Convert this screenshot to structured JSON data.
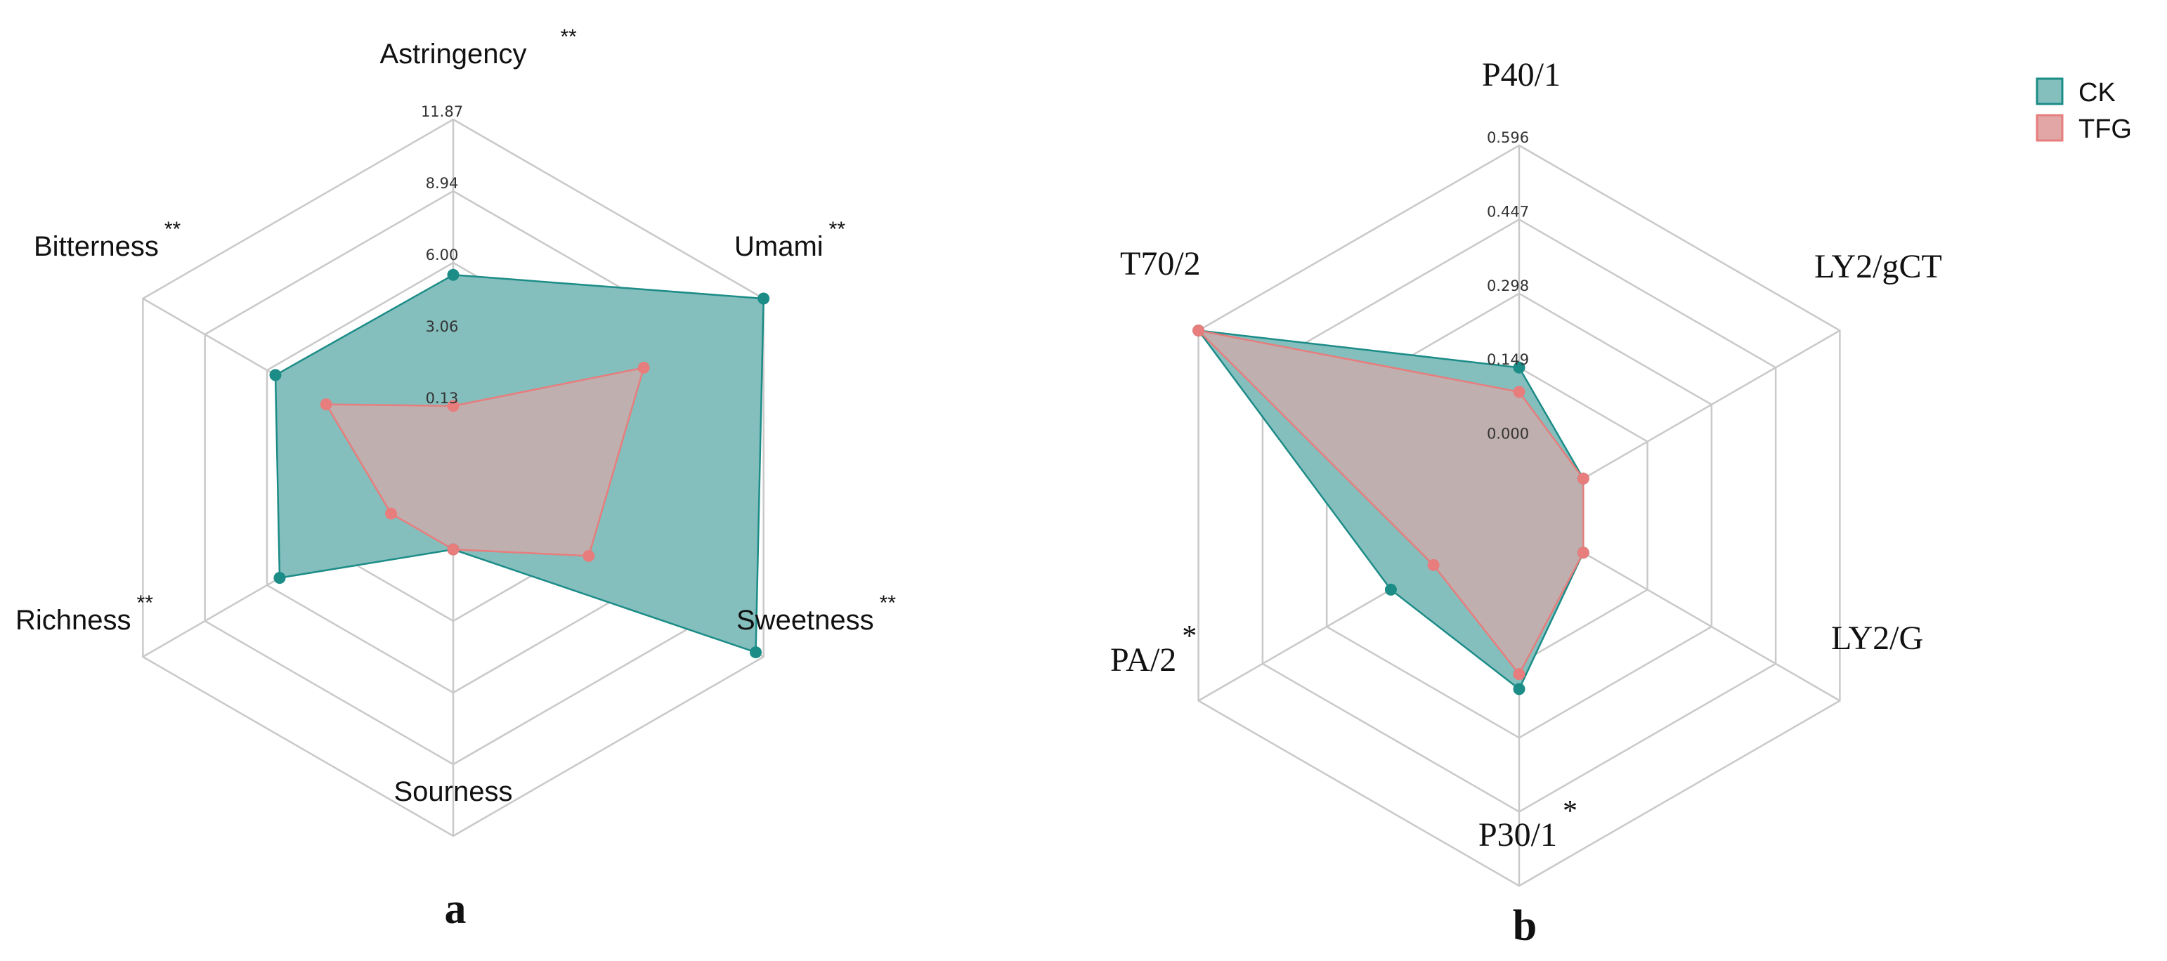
{
  "colors": {
    "ck": "#1c8c87",
    "tfg": "#e77d7d",
    "ck_fill": "#84bfbe",
    "tfg_fill": "#e3a6a6",
    "overlap_fill": "#a8858a",
    "grid": "#c9c9c9"
  },
  "legend": {
    "items": [
      "CK",
      "TFG"
    ]
  },
  "panel_labels": [
    "a",
    "b"
  ],
  "chart_data": [
    {
      "type": "radar",
      "panel": "a",
      "axes": [
        "Astringency",
        "Umami",
        "Sweetness",
        "Sourness",
        "Richness",
        "Bitterness"
      ],
      "significance": [
        "**",
        "**",
        "**",
        "",
        "**",
        "**"
      ],
      "tick_labels": [
        "0.13",
        "3.06",
        "6.00",
        "8.94",
        "11.87"
      ],
      "range": [
        -2.81,
        11.87
      ],
      "series": [
        {
          "name": "CK",
          "values": [
            5.5,
            11.87,
            11.5,
            0.13,
            5.4,
            5.6
          ]
        },
        {
          "name": "TFG",
          "values": [
            0.13,
            6.2,
            3.6,
            0.13,
            0.13,
            3.2
          ]
        }
      ]
    },
    {
      "type": "radar",
      "panel": "b",
      "axes": [
        "P40/1",
        "LY2/gCT",
        "LY2/G",
        "P30/1",
        "PA/2",
        "T70/2"
      ],
      "significance": [
        "",
        "",
        "",
        "*",
        "*",
        ""
      ],
      "tick_labels": [
        "0.000",
        "0.149",
        "0.298",
        "0.447",
        "0.596"
      ],
      "range": [
        -0.149,
        0.596
      ],
      "series": [
        {
          "name": "CK",
          "values": [
            0.149,
            0.0,
            0.0,
            0.2,
            0.149,
            0.596
          ]
        },
        {
          "name": "TFG",
          "values": [
            0.1,
            0.0,
            0.0,
            0.17,
            0.05,
            0.596
          ]
        }
      ]
    }
  ]
}
